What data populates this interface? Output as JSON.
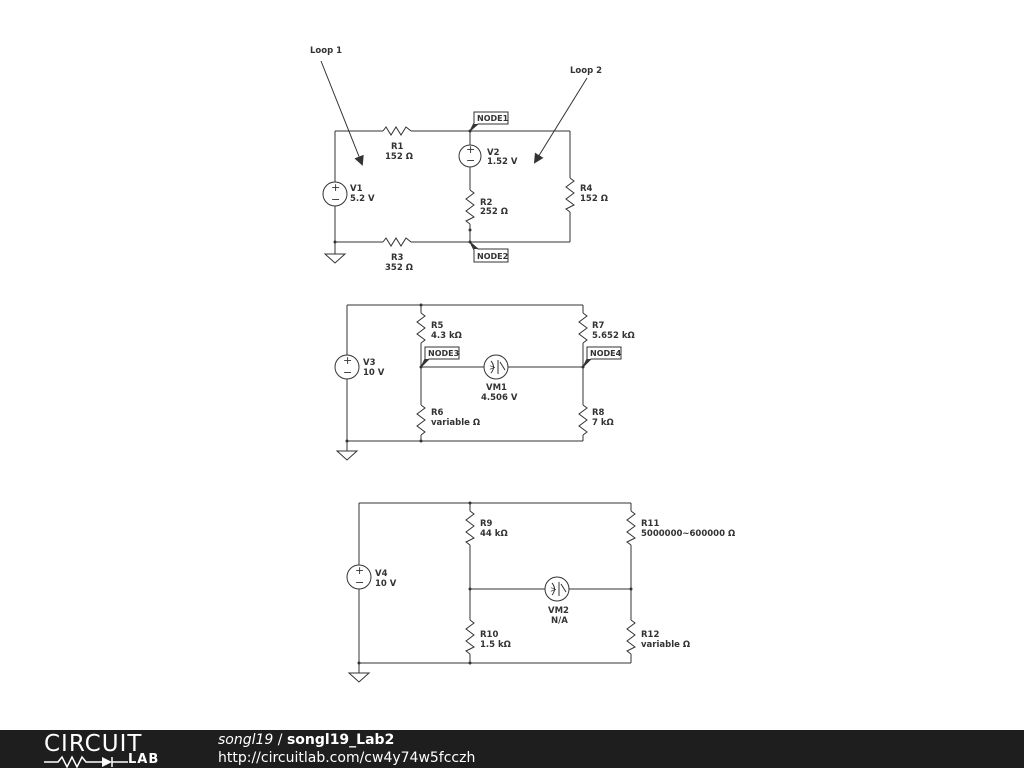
{
  "annotations": {
    "loop1": "Loop 1",
    "loop2": "Loop 2"
  },
  "circuit1": {
    "V1": {
      "name": "V1",
      "value": "5.2 V"
    },
    "V2": {
      "name": "V2",
      "value": "1.52 V"
    },
    "R1": {
      "name": "R1",
      "value": "152 Ω"
    },
    "R2": {
      "name": "R2",
      "value": "252 Ω"
    },
    "R3": {
      "name": "R3",
      "value": "352 Ω"
    },
    "R4": {
      "name": "R4",
      "value": "152 Ω"
    },
    "node1": "NODE1",
    "node2": "NODE2"
  },
  "circuit2": {
    "V3": {
      "name": "V3",
      "value": "10 V"
    },
    "R5": {
      "name": "R5",
      "value": "4.3 kΩ"
    },
    "R6": {
      "name": "R6",
      "value": "variable Ω"
    },
    "R7": {
      "name": "R7",
      "value": "5.652 kΩ"
    },
    "R8": {
      "name": "R8",
      "value": "7 kΩ"
    },
    "VM1": {
      "name": "VM1",
      "value": "4.506 V"
    },
    "node3": "NODE3",
    "node4": "NODE4"
  },
  "circuit3": {
    "V4": {
      "name": "V4",
      "value": "10 V"
    },
    "R9": {
      "name": "R9",
      "value": "44 kΩ"
    },
    "R10": {
      "name": "R10",
      "value": "1.5 kΩ"
    },
    "R11": {
      "name": "R11",
      "value": "5000000~600000 Ω"
    },
    "R12": {
      "name": "R12",
      "value": "variable Ω"
    },
    "VM2": {
      "name": "VM2",
      "value": "N/A"
    }
  },
  "footer": {
    "logo_top": "CIRCUIT",
    "logo_bottom": "LAB",
    "user": "songl19",
    "separator": "/",
    "title": "songl19_Lab2",
    "url": "http://circuitlab.com/cw4y74w5fcczh"
  }
}
